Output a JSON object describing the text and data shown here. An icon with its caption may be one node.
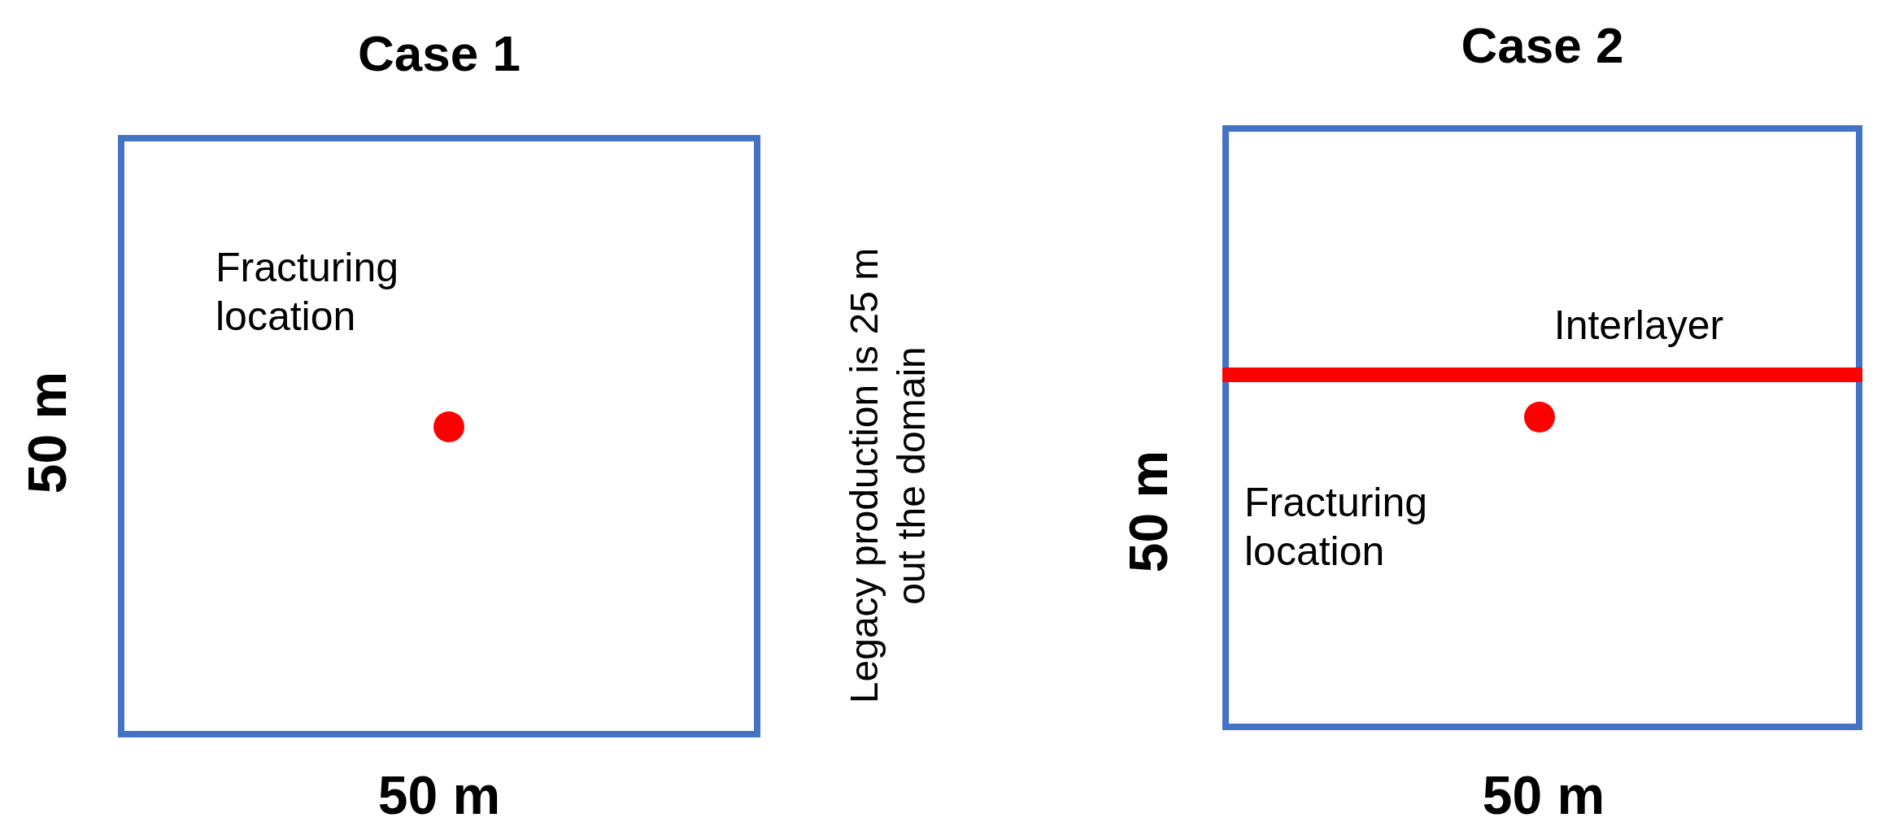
{
  "diagram": {
    "nodes": [
      {
        "text": [
          "Case 1"
        ]
      },
      {
        "text": [
          "Case 2"
        ]
      },
      {
        "text": [],
        "shape": "circle",
        "in": 0
      },
      {
        "text": [],
        "shape": "bar",
        "in": 1
      },
      {
        "text": [],
        "shape": "circle",
        "in": 1
      }
    ],
    "labels": [
      "Fracturing location",
      "50 m",
      "50 m",
      "Legacy production is 25 m out the domain",
      "Interlayer",
      "Fracturing location",
      "50 m",
      "50 m"
    ]
  }
}
